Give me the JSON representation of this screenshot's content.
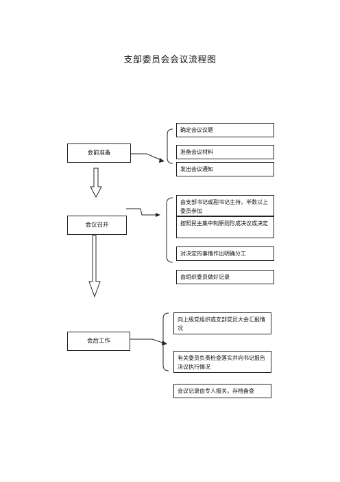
{
  "title": "支部委员会会议流程图",
  "stages": [
    {
      "label": "会前准备",
      "items": [
        "确定会议议题",
        "准备会议材料",
        "发出会议通知"
      ]
    },
    {
      "label": "会议召开",
      "items": [
        "由支部书记或副书记主持，半数以上委员参加",
        "按照民主集中制原则形成决议或决定",
        "对决定的事情作出明确分工",
        "由组织委员做好记录"
      ]
    },
    {
      "label": "会后工作",
      "items": [
        "向上级党组织或支部党员大会汇报情况",
        "有关委员负责检查落实并向书记报告决议执行情况",
        "会议记录由专人报关，存档备查"
      ]
    }
  ]
}
